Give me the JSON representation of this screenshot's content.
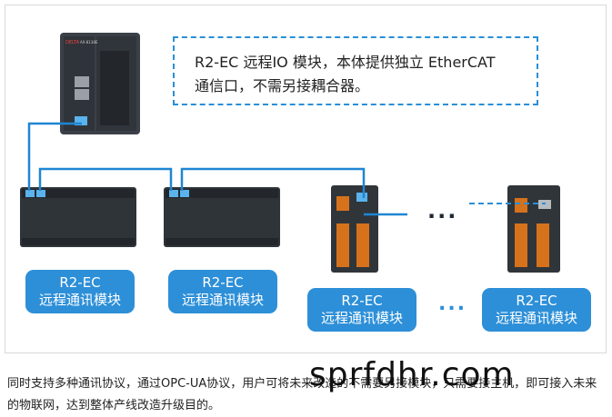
{
  "callout": {
    "line1": "R2-EC 远程IO 模块，本体提供独立 EtherCAT",
    "line2": "通信口，不需另接耦合器。"
  },
  "controller": {
    "brand": "DELTA",
    "model": "AX-8138E"
  },
  "modules": [
    {
      "line1": "R2-EC",
      "line2": "远程通讯模块"
    },
    {
      "line1": "R2-EC",
      "line2": "远程通讯模块"
    },
    {
      "line1": "R2-EC",
      "line2": "远程通讯模块"
    },
    {
      "line1": "R2-EC",
      "line2": "远程通讯模块"
    }
  ],
  "ellipsis_top": "...",
  "ellipsis_bottom": "...",
  "caption": "同时支持多种通讯协议，通过OPC-UA协议，用户可将未来改造的不需要另接模块，只需要接主机，即可接入未来的物联网，达到整体产线改造升级目的。",
  "watermark": "sprfdhr.com",
  "colors": {
    "accent": "#2d8fd8",
    "link": "#1f86d3",
    "device": "#3a3f45"
  }
}
